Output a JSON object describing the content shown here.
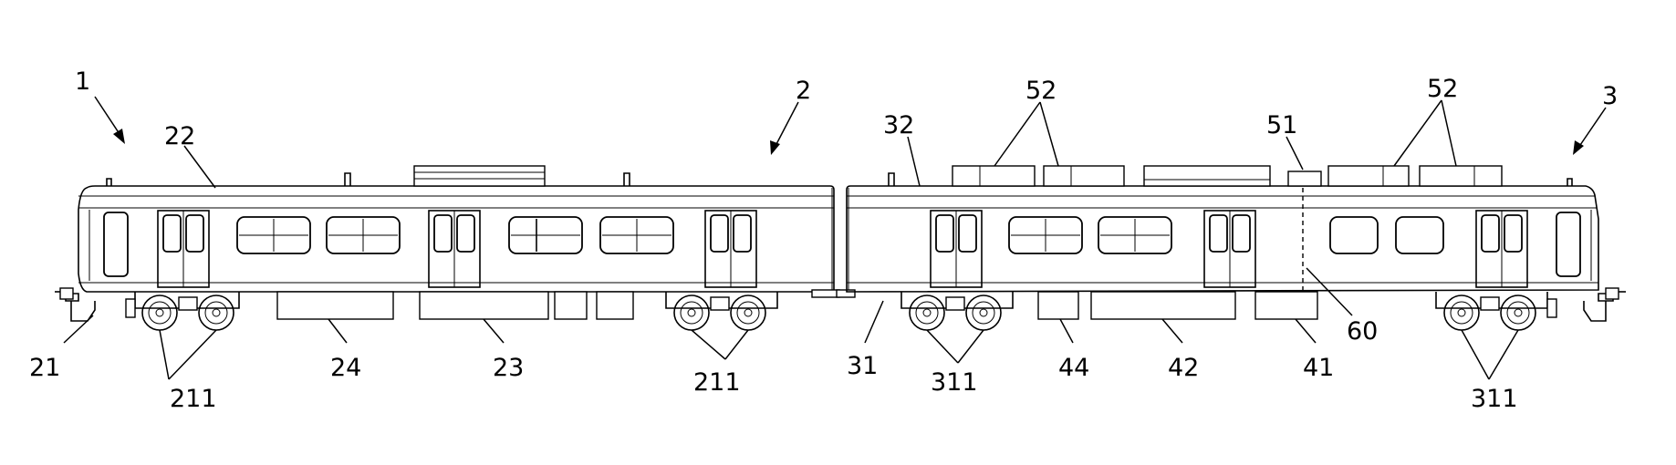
{
  "figure": {
    "labels": {
      "l1": "1",
      "l2": "2",
      "l3": "3",
      "l21": "21",
      "l22": "22",
      "l23": "23",
      "l24": "24",
      "l211a": "211",
      "l211b": "211",
      "l31": "31",
      "l32": "32",
      "l311a": "311",
      "l311b": "311",
      "l41": "41",
      "l42": "42",
      "l44": "44",
      "l51": "51",
      "l52a": "52",
      "l52b": "52",
      "l60": "60"
    }
  }
}
